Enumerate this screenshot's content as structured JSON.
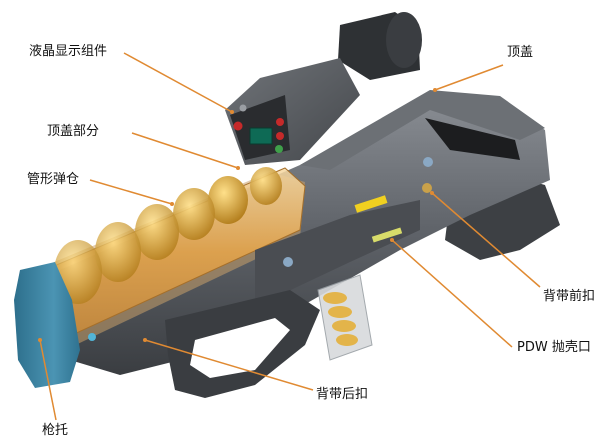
{
  "labels": {
    "lcd": "液晶显示组件",
    "top_cover": "顶盖",
    "top_cover_part": "顶盖部分",
    "tube_magazine": "管形弹仓",
    "sling_front": "背带前扣",
    "pdw_ejection": "PDW 抛壳口",
    "sling_rear": "背带后扣",
    "stock": "枪托"
  },
  "colors": {
    "body": "#55595e",
    "body_light": "#7c8086",
    "body_dark": "#34373b",
    "stock": "#3b7f9c",
    "leader": "#e08a32",
    "tube": "#e6a64a",
    "shell": "#c98a2a"
  }
}
